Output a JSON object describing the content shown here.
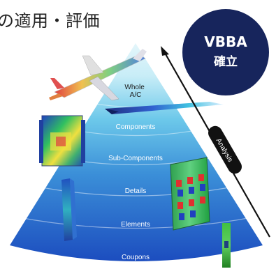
{
  "title": "の適用・評価",
  "badge": {
    "line1": "VBBA",
    "line2": "確立",
    "bg_color": "#17255c",
    "border_color": "#ffffff"
  },
  "pyramid": {
    "levels": [
      {
        "label": "Whole\nA/C"
      },
      {
        "label": "Components"
      },
      {
        "label": "Sub-Components"
      },
      {
        "label": "Details"
      },
      {
        "label": "Elements"
      },
      {
        "label": "Coupons"
      }
    ]
  },
  "arrow": {
    "label": "Analysis",
    "color": "#111111"
  },
  "images": [
    {
      "name": "whole-aircraft-fem-image"
    },
    {
      "name": "wing-component-fem-image"
    },
    {
      "name": "panel-subcomponent-fem-image"
    },
    {
      "name": "stiffened-panel-detail-fem-image"
    },
    {
      "name": "element-specimen-fem-image"
    },
    {
      "name": "coupon-specimen-fem-image"
    }
  ]
}
